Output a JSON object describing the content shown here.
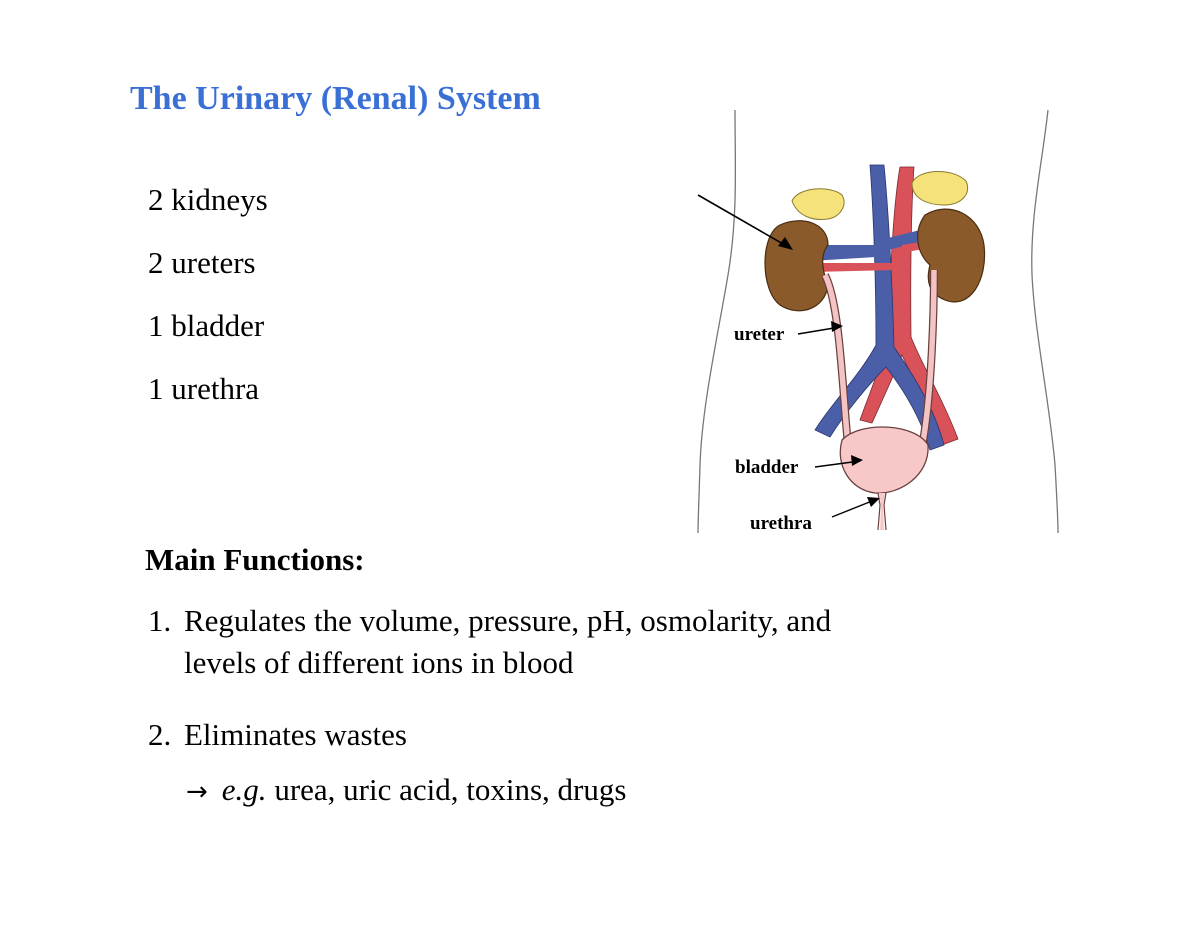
{
  "title": "The Urinary (Renal) System",
  "parts": [
    {
      "text": "2 kidneys"
    },
    {
      "text": "2 ureters"
    },
    {
      "text": "1 bladder"
    },
    {
      "text": "1 urethra"
    }
  ],
  "diagram": {
    "labels": {
      "kidney": "kidney",
      "ureter": "ureter",
      "bladder": "bladder",
      "urethra": "urethra"
    }
  },
  "functions": {
    "heading": "Main Functions:",
    "items": [
      {
        "number": "1.",
        "line1": "Regulates the volume, pressure, pH, osmolarity, and",
        "line2": "levels of different ions in blood"
      },
      {
        "number": "2.",
        "line1": "Eliminates wastes"
      }
    ],
    "example": {
      "arrow": "→",
      "prefix": "e.g.",
      "text": " urea, uric acid, toxins, drugs"
    }
  },
  "colors": {
    "title": "#3a6fd6",
    "kidney": "#8b5a2b",
    "adrenal": "#f5e27a",
    "vein": "#4a5fa8",
    "artery": "#d9525a",
    "ureter": "#f4c4c4",
    "bladder": "#f8c8c8"
  }
}
